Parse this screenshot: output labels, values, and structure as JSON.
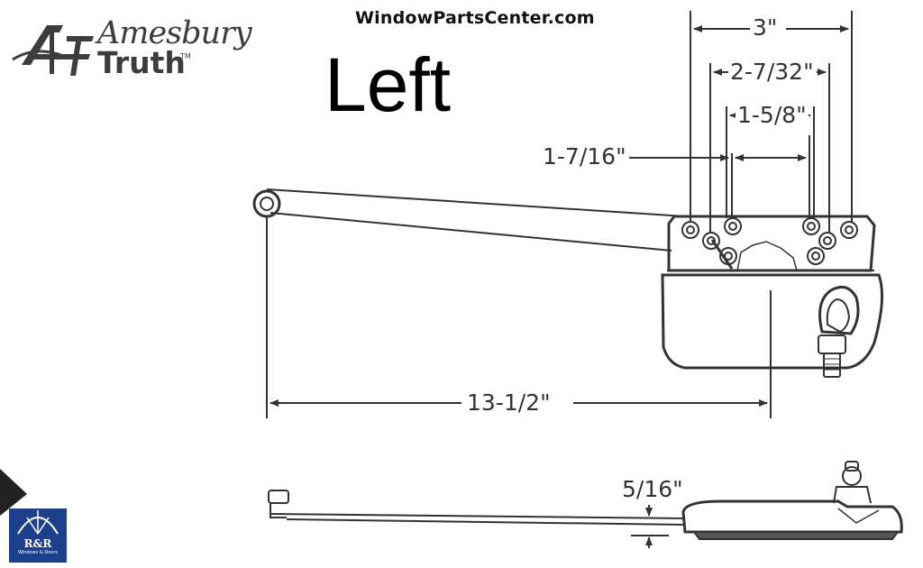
{
  "header": {
    "site": "WindowPartsCenter.com",
    "title": "Left"
  },
  "brand": {
    "line1": "Amesbury",
    "line2": "Truth",
    "tm": "TM"
  },
  "badge": {
    "text": "R&R",
    "subtext": "Windows & Doors"
  },
  "dimensions": {
    "overall_width": "3\"",
    "outer_holes": "2-7/32\"",
    "inner_holes": "1-5/8\"",
    "center_holes": "1-7/16\"",
    "arm_length": "13-1/2\"",
    "height": "5/16\""
  },
  "colors": {
    "line": "#333333",
    "badge_blue": "#1d3f8c"
  }
}
